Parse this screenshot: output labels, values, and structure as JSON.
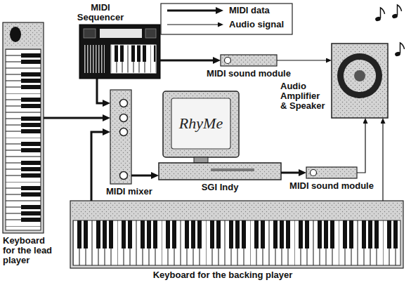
{
  "diagram": {
    "nodes": [
      {
        "text": [
          "MIDI Sequencer"
        ]
      },
      {
        "text": [
          "MIDI sound module"
        ]
      },
      {
        "text": [
          "Audio Amplifier & Speaker"
        ]
      },
      {
        "text": [
          "Keyboard for the lead player"
        ]
      },
      {
        "text": [
          "MIDI mixer"
        ]
      },
      {
        "text": [
          "RhyMe",
          "SGI Indy"
        ]
      },
      {
        "text": [
          "MIDI sound module"
        ]
      },
      {
        "text": [
          "Keyboard for the backing player"
        ]
      }
    ],
    "edges": [
      {
        "from": 0,
        "to": 1,
        "arrow": "to"
      },
      {
        "from": 0,
        "to": 4,
        "arrow": "to"
      },
      {
        "from": 3,
        "to": 4,
        "arrow": "to"
      },
      {
        "from": 7,
        "to": 4,
        "arrow": "to"
      },
      {
        "from": 4,
        "to": 5,
        "arrow": "to"
      },
      {
        "from": 5,
        "to": 6,
        "arrow": "to"
      },
      {
        "from": 1,
        "to": 2,
        "arrow": "to"
      },
      {
        "from": 6,
        "to": 2,
        "arrow": "to"
      },
      {
        "from": 7,
        "to": 2,
        "arrow": "to"
      }
    ],
    "legend": [
      {
        "text": "MIDI data"
      },
      {
        "text": "Audio signal"
      }
    ]
  }
}
